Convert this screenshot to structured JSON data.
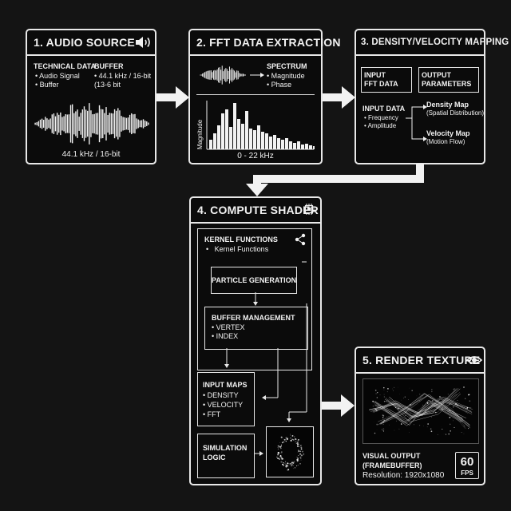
{
  "panel1": {
    "title": "1. AUDIO SOURCE",
    "technical_data_heading": "TECHNICAL DATA",
    "technical_data_items": [
      "Audio Signal",
      "Buffer"
    ],
    "buffer_heading": "BUFFER",
    "buffer_line1": "44.1 kHz / 16-bit",
    "buffer_line2": "(13-6 bit",
    "caption": "44.1 kHz / 16-bit"
  },
  "panel2": {
    "title": "2. FFT DATA EXTRACTION",
    "spectrum_heading": "SPECTRUM",
    "spectrum_items": [
      "Magnitude",
      "Phase"
    ],
    "y_axis_label": "Magnitude",
    "x_axis_label": "0 - 22 kHz"
  },
  "panel3": {
    "title": "3. DENSITY/VELOCITY MAPPING",
    "input_box": [
      "INPUT",
      "FFT DATA"
    ],
    "output_box": [
      "OUTPUT",
      "PARAMETERS"
    ],
    "input_data_heading": "INPUT DATA",
    "input_data_items": [
      "Frequency",
      "Amplitude"
    ],
    "density_map": "Density Map",
    "density_map_sub": "(Spatial Distribution)",
    "velocity_map": "Velocity Map",
    "velocity_map_sub": "(Motion Flow)"
  },
  "panel4": {
    "title": "4. COMPUTE SHADER",
    "kernel_heading": "KERNEL FUNCTIONS",
    "kernel_item": "Kernel Functions",
    "particle_generation": "PARTICLE GENERATION",
    "buffer_management_heading": "BUFFER MANAGEMENT",
    "buffer_management_items": [
      "VERTEX",
      "INDEX"
    ],
    "input_maps_heading": "INPUT MAPS",
    "input_maps_items": [
      "DENSITY",
      "VELOCITY",
      "FFT"
    ],
    "simulation_logic": [
      "SIMULATION",
      "LOGIC"
    ]
  },
  "panel5": {
    "title": "5. RENDER TEXTURE",
    "visual_output": "VISUAL OUTPUT",
    "framebuffer": "(FRAMEBUFFER)",
    "resolution": "Resolution: 1920x1080",
    "fps_value": "60",
    "fps_label": "FPS"
  },
  "icons": [
    "speaker-icon",
    "chip-icon",
    "share-node-icon",
    "eye-icon"
  ],
  "colors": {
    "background": "#141414",
    "foreground": "#f2f2f2"
  }
}
